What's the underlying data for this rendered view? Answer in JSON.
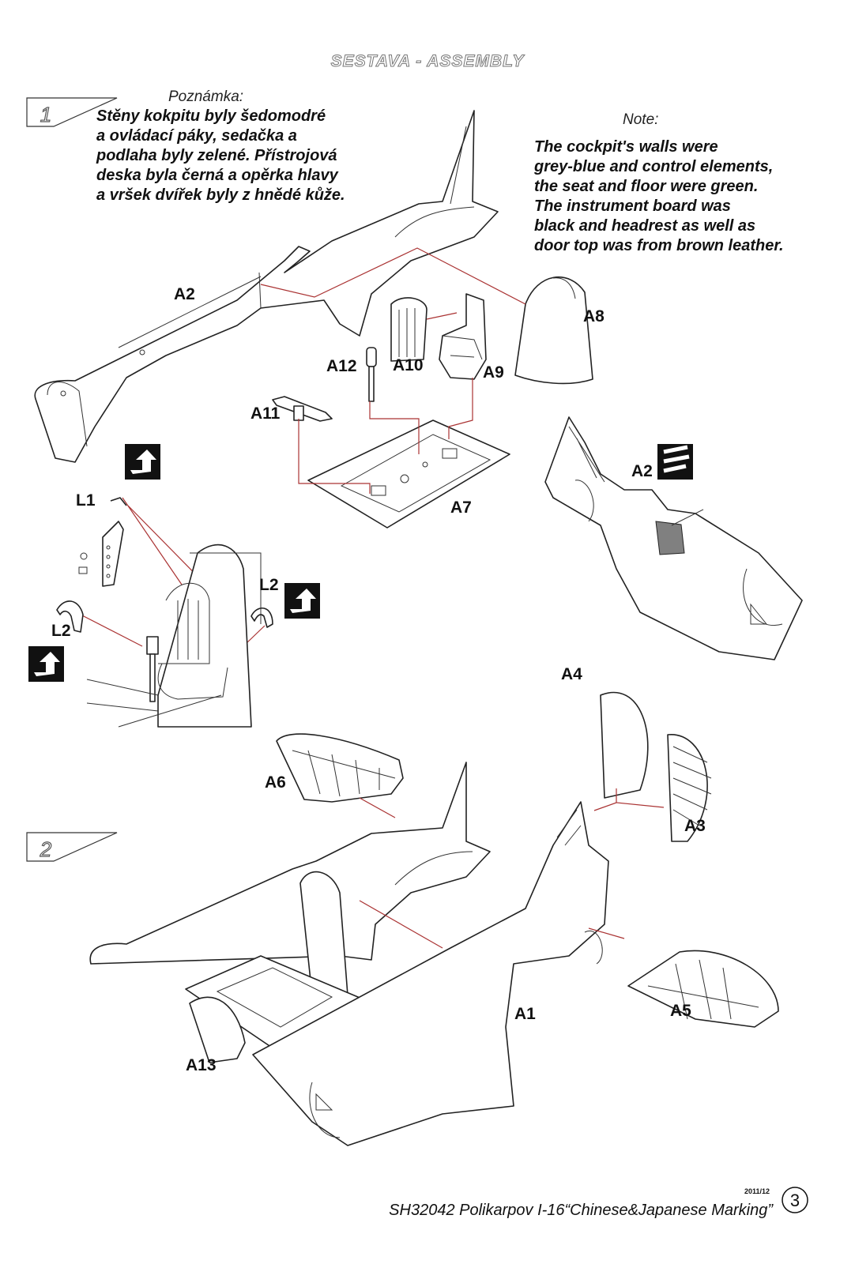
{
  "title": "SESTAVA -  ASSEMBLY",
  "steps": [
    "1",
    "2"
  ],
  "note_cz": {
    "heading": "Poznámka:",
    "lines": [
      "Stěny kokpitu byly šedomodré",
      "a ovládací páky, sedačka a",
      "podlaha byly zelené. Přístrojová",
      "deska byla černá a opěrka hlavy",
      "a vršek dvířek byly z hnědé kůže."
    ]
  },
  "note_en": {
    "heading": "Note:",
    "lines": [
      "The cockpit's walls were",
      "grey-blue and control elements,",
      "the seat and floor were green.",
      "The instrument board was",
      "black and headrest as well as",
      "door top was from brown leather."
    ]
  },
  "labels": {
    "a1": "A1",
    "a2": "A2",
    "a2_detail": "A2",
    "a3": "A3",
    "a4": "A4",
    "a5": "A5",
    "a6": "A6",
    "a7": "A7",
    "a8": "A8",
    "a9": "A9",
    "a10": "A10",
    "a11": "A11",
    "a12": "A12",
    "a13": "A13",
    "l1": "L1",
    "l2_left": "L2",
    "l2_right": "L2"
  },
  "footer": {
    "code": "SH32042 Polikarpov I-16“Chinese&Japanese Marking”",
    "date": "2011/12",
    "page": "3"
  },
  "icons": [
    "photo-etch-icon",
    "photo-etch-icon",
    "photo-etch-icon",
    "remove-part-icon"
  ],
  "colors": {
    "leader_line": "#aa3333",
    "ink": "#111111",
    "detail_fill": "#808080"
  }
}
